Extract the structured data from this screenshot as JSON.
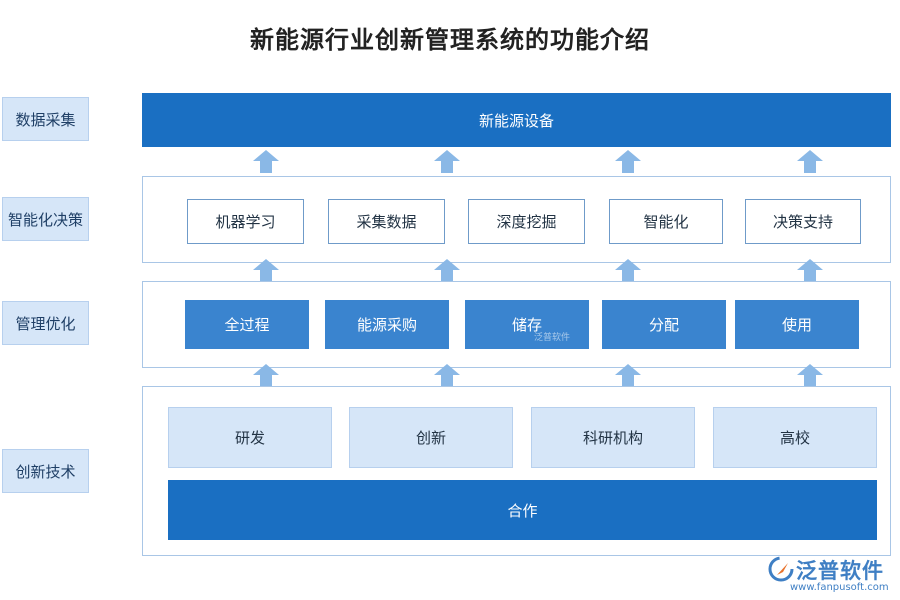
{
  "title": "新能源行业创新管理系统的功能介绍",
  "side_labels": [
    "数据采集",
    "智能化决策",
    "管理优化",
    "创新技术"
  ],
  "top_bar": "新能源设备",
  "decision_items": [
    "机器学习",
    "采集数据",
    "深度挖掘",
    "智能化",
    "决策支持"
  ],
  "management_items": [
    "全过程",
    "能源采购",
    "储存",
    "分配",
    "使用"
  ],
  "innovation_items": [
    "研发",
    "创新",
    "科研机构",
    "高校"
  ],
  "cooperation_bar": "合作",
  "watermark": "泛普软件",
  "logo": {
    "name": "泛普软件",
    "url": "www.fanpusoft.com"
  },
  "colors": {
    "dark_blue": "#1a6fc2",
    "mid_blue": "#3a84cf",
    "light_blue": "#d6e6f8",
    "arrow": "#8ab8e6"
  }
}
